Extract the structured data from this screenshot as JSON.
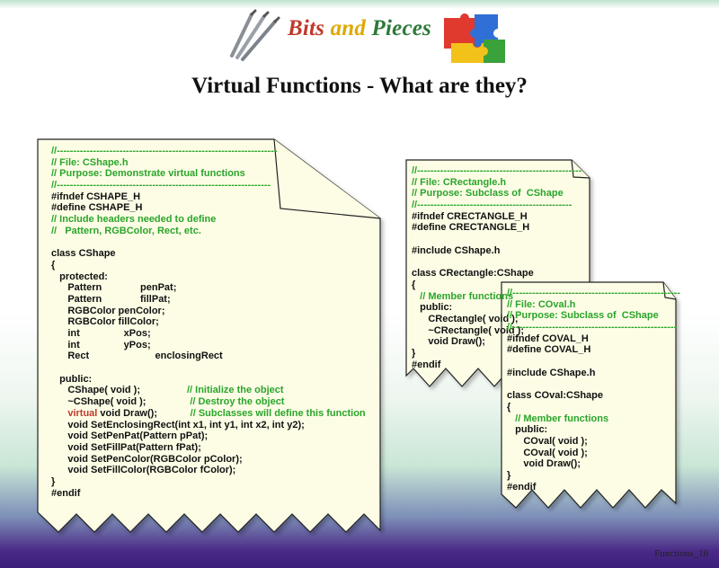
{
  "header": {
    "brand_words": [
      "Bits",
      "and",
      "Pieces"
    ],
    "title": "Virtual Functions - What are they?",
    "logo_icon": "drill-bits-icon",
    "puzzle_icon": "puzzle-pieces-icon",
    "colors": {
      "bits": "#c0392b",
      "and": "#e0a800",
      "pieces": "#2d7a3a",
      "comment": "#2aa52a",
      "keyword_virtual": "#c0392b",
      "paper": "#fdfde6"
    }
  },
  "docs": {
    "cshape": [
      {
        "t": "//-------------------------------------------------------------------",
        "c": true
      },
      {
        "t": "// File: CShape.h",
        "c": true
      },
      {
        "t": "// Purpose: Demonstrate virtual functions",
        "c": true
      },
      {
        "t": "//-----------------------------------------------------------------",
        "c": true
      },
      {
        "t": "#ifndef CSHAPE_H"
      },
      {
        "t": "#define CSHAPE_H"
      },
      {
        "t": "// Include headers needed to define",
        "c": true
      },
      {
        "t": "//   Pattern, RGBColor, Rect, etc.",
        "c": true
      },
      {
        "t": ""
      },
      {
        "t": "class CShape"
      },
      {
        "t": "{"
      },
      {
        "t": "   protected:"
      },
      {
        "t": "      Pattern              penPat;"
      },
      {
        "t": "      Pattern              fillPat;"
      },
      {
        "t": "      RGBColor penColor;"
      },
      {
        "t": "      RGBColor fillColor;"
      },
      {
        "t": "      int                xPos;"
      },
      {
        "t": "      int                yPos;"
      },
      {
        "t": "      Rect                        enclosingRect"
      },
      {
        "t": ""
      },
      {
        "t": "   public:"
      },
      {
        "t": "      CShape( void );",
        "cm": "                 // Initialize the object"
      },
      {
        "t": "      ~CShape( void );",
        "cm": "                // Destroy the object"
      },
      {
        "t": "      void Draw();",
        "kw": "virtual ",
        "cm": "            // Subclasses will define this function"
      },
      {
        "t": "      void SetEnclosingRect(int x1, int y1, int x2, int y2);"
      },
      {
        "t": "      void SetPenPat(Pattern pPat);"
      },
      {
        "t": "      void SetFillPat(Pattern fPat);"
      },
      {
        "t": "      void SetPenColor(RGBColor pColor);"
      },
      {
        "t": "      void SetFillColor(RGBColor fColor);"
      },
      {
        "t": "}"
      },
      {
        "t": "#endif"
      }
    ],
    "crect": [
      {
        "t": "//--------------------------------------------------",
        "c": true
      },
      {
        "t": "// File: CRectangle.h",
        "c": true
      },
      {
        "t": "// Purpose: Subclass of  CShape",
        "c": true
      },
      {
        "t": "//-----------------------------------------------",
        "c": true
      },
      {
        "t": "#ifndef CRECTANGLE_H"
      },
      {
        "t": "#define CRECTANGLE_H"
      },
      {
        "t": ""
      },
      {
        "t": "#include CShape.h"
      },
      {
        "t": ""
      },
      {
        "t": "class CRectangle:CShape"
      },
      {
        "t": "{"
      },
      {
        "t": "   // Member functions",
        "c": true
      },
      {
        "t": "   public:"
      },
      {
        "t": "      CRectangle( void );"
      },
      {
        "t": "      ~CRectangle( void );"
      },
      {
        "t": "      void Draw();"
      },
      {
        "t": "}"
      },
      {
        "t": "#endif"
      }
    ],
    "coval": [
      {
        "t": "//---------------------------------------------------",
        "c": true
      },
      {
        "t": "// File: COval.h",
        "c": true
      },
      {
        "t": "// Purpose: Subclass of  CShape",
        "c": true
      },
      {
        "t": "//--------------------------------------------------",
        "c": true
      },
      {
        "t": "#ifndef COVAL_H"
      },
      {
        "t": "#define COVAL_H"
      },
      {
        "t": ""
      },
      {
        "t": "#include CShape.h"
      },
      {
        "t": ""
      },
      {
        "t": "class COval:CShape"
      },
      {
        "t": "{"
      },
      {
        "t": "   // Member functions",
        "c": true
      },
      {
        "t": "   public:"
      },
      {
        "t": "      COval( void );"
      },
      {
        "t": "      COval( void );"
      },
      {
        "t": "      void Draw();"
      },
      {
        "t": "}"
      },
      {
        "t": "#endif"
      }
    ]
  },
  "footer": {
    "label": "Functions_16"
  }
}
